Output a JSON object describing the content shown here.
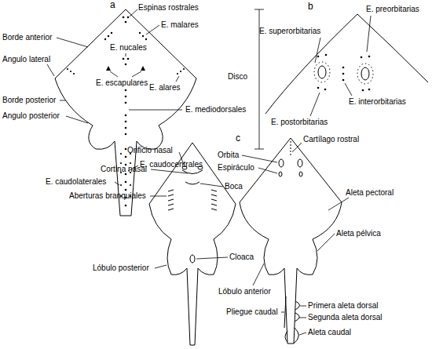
{
  "diagram": {
    "labels": [
      "a",
      "Espinas rostrales",
      "E. malares",
      "Borde anterior",
      "E. nucales",
      "Angulo lateral",
      "E. escapulares",
      "E. alares",
      "Borde posterior",
      "E. mediodorsales",
      "Angulo posterior",
      "Disco",
      "E. caudocentrales",
      "E. caudolaterales",
      "b",
      "E. preorbitarias",
      "E. superorbitarias",
      "E. interorbitarias",
      "E. postorbitarias",
      "c",
      "Orificio nasal",
      "Cartílago rostral",
      "Orbita",
      "Cortina nasal",
      "Boca",
      "Espiráculo",
      "Aberturas branquiales",
      "Aleta pectoral",
      "Aleta pélvica",
      "Lóbulo posterior",
      "Cloaca",
      "Lóbulo anterior",
      "Pliegue caudal",
      "Primera aleta dorsal",
      "Segunda aleta dorsal",
      "Aleta caudal"
    ]
  }
}
